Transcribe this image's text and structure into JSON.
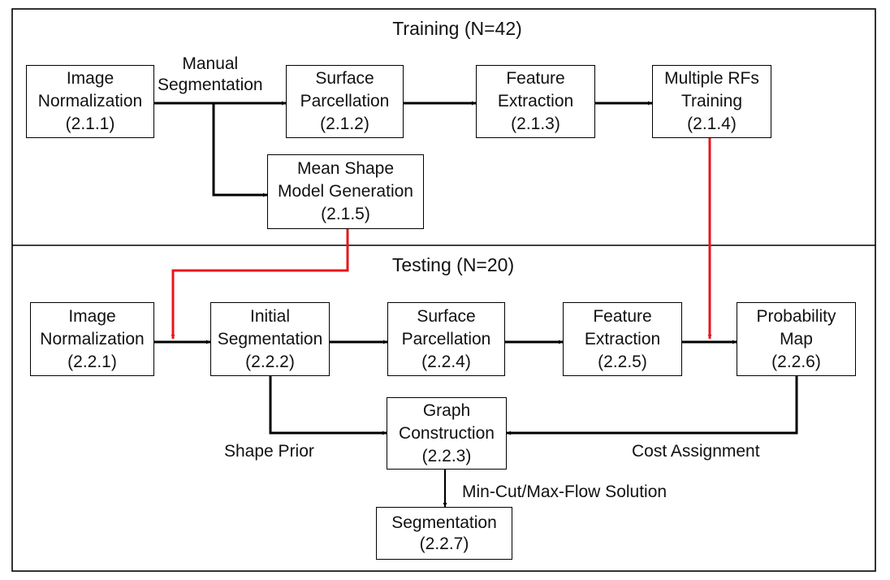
{
  "training": {
    "title": "Training (N=42)",
    "boxes": {
      "image_normalization": {
        "line1": "Image",
        "line2": "Normalization",
        "id": "(2.1.1)"
      },
      "surface_parcellation": {
        "line1": "Surface",
        "line2": "Parcellation",
        "id": "(2.1.2)"
      },
      "feature_extraction": {
        "line1": "Feature",
        "line2": "Extraction",
        "id": "(2.1.3)"
      },
      "multiple_rfs_training": {
        "line1": "Multiple RFs",
        "line2": "Training",
        "id": "(2.1.4)"
      },
      "mean_shape_model": {
        "line1": "Mean Shape",
        "line2": "Model Generation",
        "id": "(2.1.5)"
      }
    },
    "edge_labels": {
      "manual_line1": "Manual",
      "manual_line2": "Segmentation"
    }
  },
  "testing": {
    "title": "Testing (N=20)",
    "boxes": {
      "image_normalization": {
        "line1": "Image",
        "line2": "Normalization",
        "id": "(2.2.1)"
      },
      "initial_segmentation": {
        "line1": "Initial",
        "line2": "Segmentation",
        "id": "(2.2.2)"
      },
      "surface_parcellation": {
        "line1": "Surface",
        "line2": "Parcellation",
        "id": "(2.2.4)"
      },
      "feature_extraction": {
        "line1": "Feature",
        "line2": "Extraction",
        "id": "(2.2.5)"
      },
      "probability_map": {
        "line1": "Probability",
        "line2": "Map",
        "id": "(2.2.6)"
      },
      "graph_construction": {
        "line1": "Graph",
        "line2": "Construction",
        "id": "(2.2.3)"
      },
      "segmentation": {
        "line1": "Segmentation",
        "id": "(2.2.7)"
      }
    },
    "edge_labels": {
      "shape_prior": "Shape Prior",
      "cost_assignment": "Cost Assignment",
      "min_cut": "Min-Cut/Max-Flow Solution"
    }
  },
  "colors": {
    "black_edge": "#000000",
    "red_edge": "#e8161b"
  }
}
